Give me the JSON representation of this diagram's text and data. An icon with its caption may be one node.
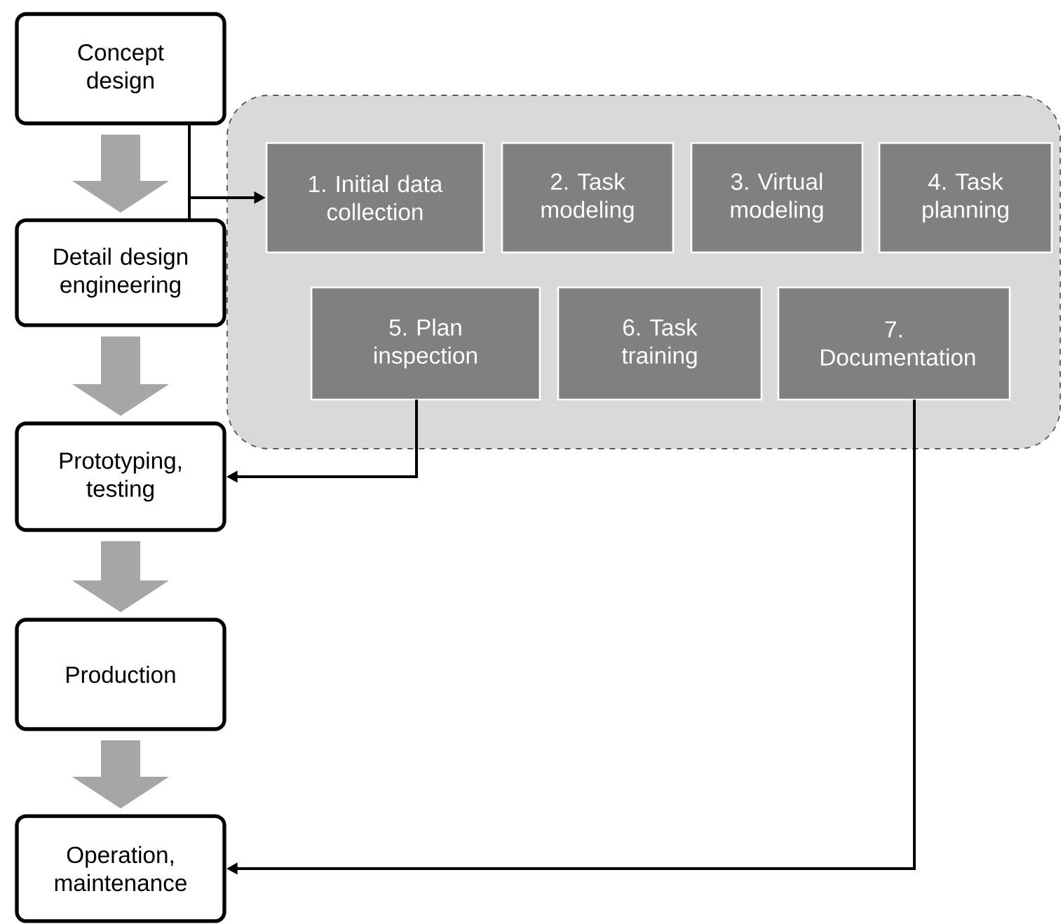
{
  "diagram": {
    "nodes": [
      {
        "text": [
          "Concept design"
        ]
      },
      {
        "text": [
          "Detail design engineering"
        ]
      },
      {
        "text": [
          "Prototyping, testing"
        ]
      },
      {
        "text": [
          "Production"
        ]
      },
      {
        "text": [
          "Operation, maintenance"
        ]
      },
      {
        "text": [],
        "shape": "box"
      },
      {
        "text": [
          "1. Initial data collection"
        ],
        "in": 5
      },
      {
        "text": [
          "2. Task modeling"
        ],
        "in": 5
      },
      {
        "text": [
          "3. Virtual modeling"
        ],
        "in": 5
      },
      {
        "text": [
          "4. Task planning"
        ],
        "in": 5
      },
      {
        "text": [
          "5. Plan inspection"
        ],
        "in": 5
      },
      {
        "text": [
          "6. Task training"
        ],
        "in": 5
      },
      {
        "text": [
          "7. Documentation"
        ],
        "in": 5
      }
    ],
    "edges": [
      {
        "from": 0,
        "to": 1,
        "arrow": "to",
        "style": "thick",
        "color": "#a6a6a6"
      },
      {
        "from": 1,
        "to": 2,
        "arrow": "to",
        "style": "thick",
        "color": "#a6a6a6"
      },
      {
        "from": 2,
        "to": 3,
        "arrow": "to",
        "style": "thick",
        "color": "#a6a6a6"
      },
      {
        "from": 3,
        "to": 4,
        "arrow": "to",
        "style": "thick",
        "color": "#a6a6a6"
      },
      {
        "from": 0,
        "to": 6,
        "arrow": "to",
        "color": "#000000"
      },
      {
        "from": 1,
        "to": 6,
        "arrow": "to",
        "color": "#000000"
      },
      {
        "from": 10,
        "to": 2,
        "arrow": "to",
        "color": "#000000"
      },
      {
        "from": 12,
        "to": 4,
        "arrow": "to",
        "color": "#000000"
      }
    ]
  }
}
